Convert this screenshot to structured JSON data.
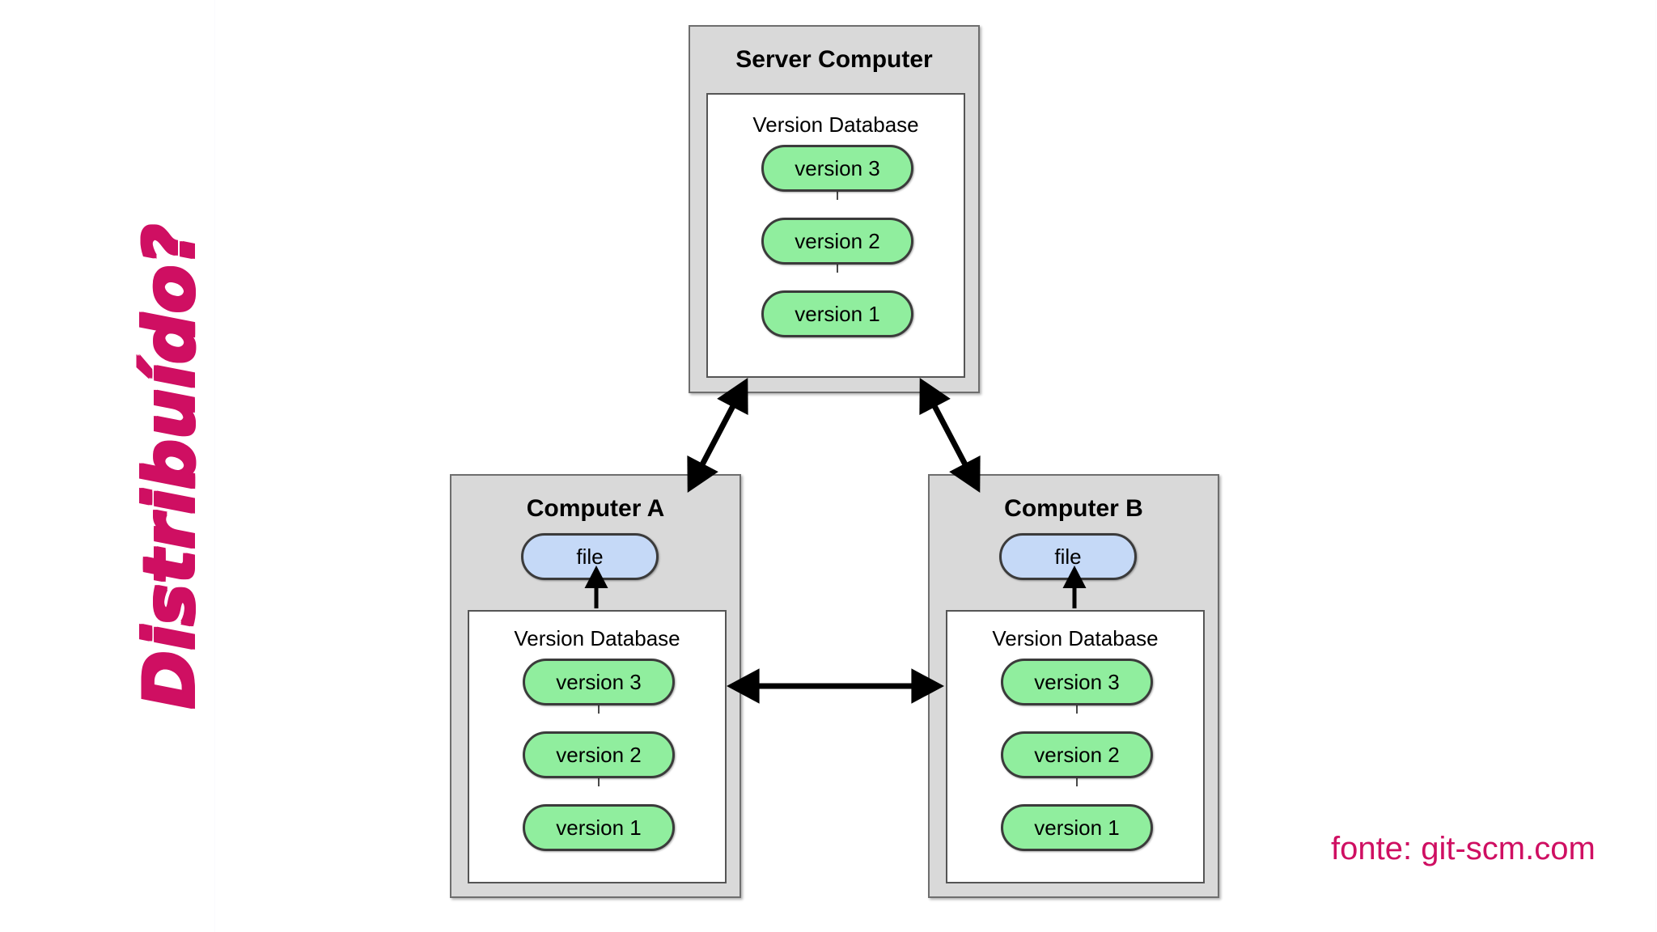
{
  "slide": {
    "title_vertical": "Distribuído?",
    "title_color": "#cf0f62",
    "background_color": "#ffffff",
    "source_credit": "fonte: git-scm.com",
    "source_color": "#cf0f62"
  },
  "palette": {
    "box_fill": "#d9d9d9",
    "box_border": "#6e6e6e",
    "inner_fill": "#ffffff",
    "inner_border": "#555555",
    "version_pill_fill": "#90ee9e",
    "file_pill_fill": "#c5d9f7",
    "pill_border": "#3b3b3b",
    "arrow_color": "#000000"
  },
  "diagram": {
    "type": "distributed-version-control",
    "nodes": [
      {
        "id": "server",
        "title": "Server Computer",
        "database_label": "Version Database",
        "versions": [
          "version 3",
          "version 2",
          "version 1"
        ],
        "has_file": false,
        "file_label": null
      },
      {
        "id": "computer-a",
        "title": "Computer A",
        "database_label": "Version Database",
        "versions": [
          "version 3",
          "version 2",
          "version 1"
        ],
        "has_file": true,
        "file_label": "file"
      },
      {
        "id": "computer-b",
        "title": "Computer B",
        "database_label": "Version Database",
        "versions": [
          "version 3",
          "version 2",
          "version 1"
        ],
        "has_file": true,
        "file_label": "file"
      }
    ],
    "connections": [
      {
        "id": "server-to-a",
        "from": "server",
        "to": "computer-a",
        "style": "double-headed",
        "orientation": "diagonal"
      },
      {
        "id": "server-to-b",
        "from": "server",
        "to": "computer-b",
        "style": "double-headed",
        "orientation": "diagonal"
      },
      {
        "id": "a-to-b",
        "from": "computer-a",
        "to": "computer-b",
        "style": "double-headed",
        "orientation": "horizontal"
      },
      {
        "id": "db-to-file-a",
        "from": "computer-a-database",
        "to": "computer-a-file",
        "style": "single-headed",
        "orientation": "vertical"
      },
      {
        "id": "db-to-file-b",
        "from": "computer-b-database",
        "to": "computer-b-file",
        "style": "single-headed",
        "orientation": "vertical"
      }
    ]
  }
}
